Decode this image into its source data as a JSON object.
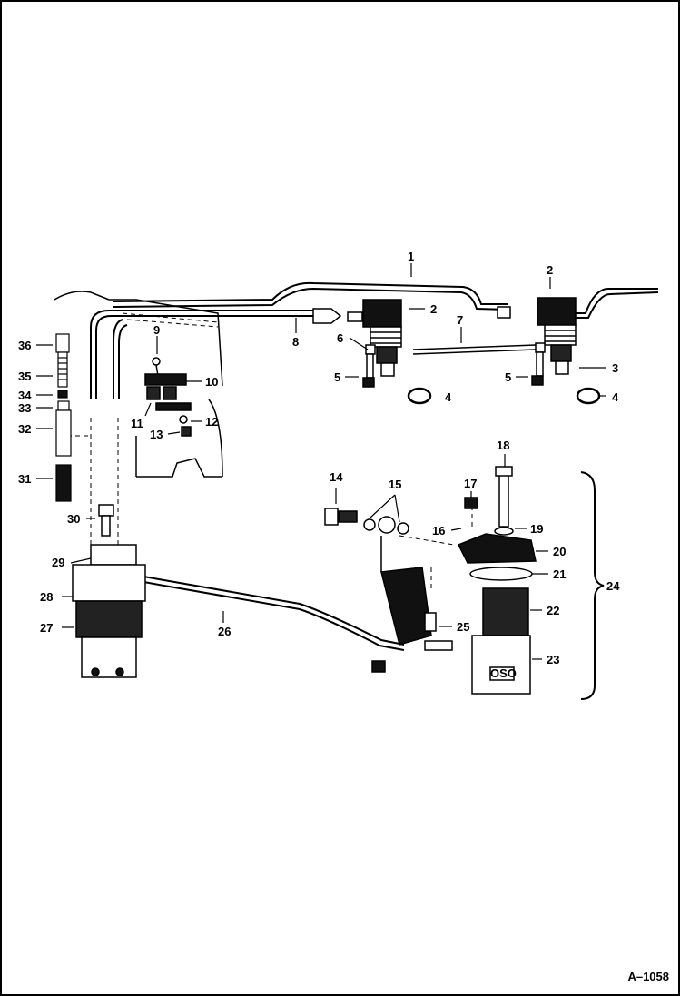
{
  "figure_ref": "A–1058",
  "callouts": [
    "1",
    "2",
    "2",
    "3",
    "4",
    "4",
    "5",
    "5",
    "6",
    "7",
    "8",
    "9",
    "10",
    "11",
    "12",
    "13",
    "14",
    "15",
    "16",
    "17",
    "18",
    "19",
    "20",
    "21",
    "22",
    "23",
    "24",
    "25",
    "26",
    "27",
    "28",
    "29",
    "30",
    "31",
    "32",
    "33",
    "34",
    "35",
    "36"
  ],
  "filter_label": "OSO"
}
